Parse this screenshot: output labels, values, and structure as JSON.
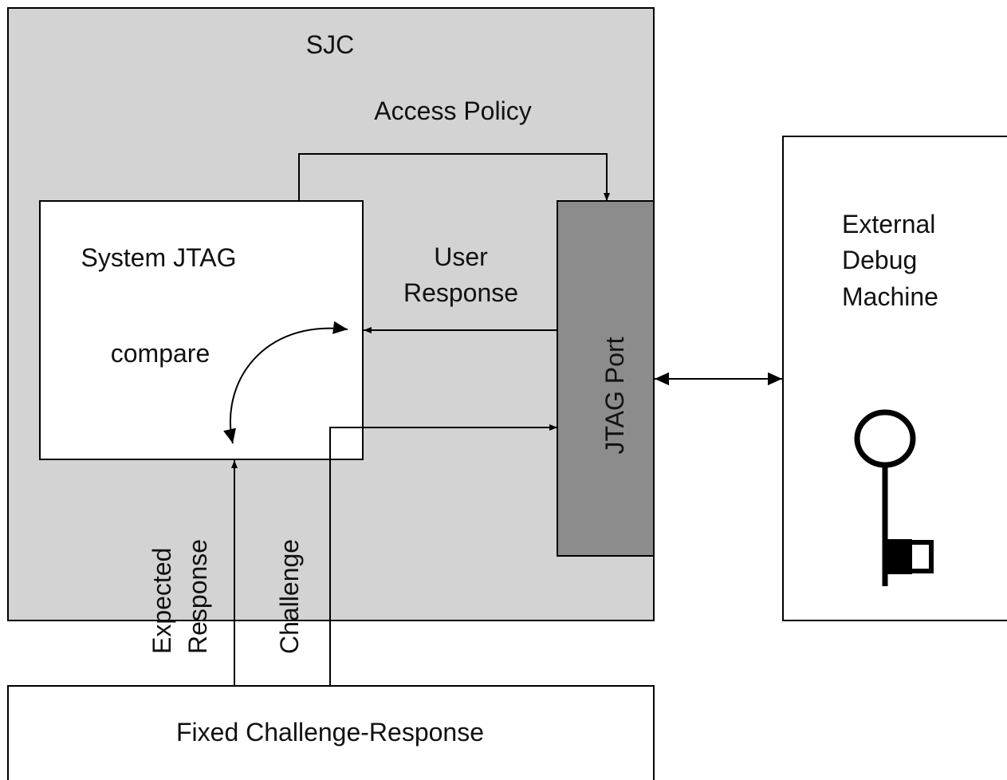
{
  "sjc": {
    "title": "SJC",
    "access_policy": "Access Policy"
  },
  "system_jtag": {
    "title": "System JTAG",
    "compare": "compare"
  },
  "user_response": {
    "line1": "User",
    "line2": "Response"
  },
  "jtag_port": {
    "label": "JTAG Port"
  },
  "external_debug": {
    "line1": "External",
    "line2": "Debug",
    "line3": "Machine"
  },
  "expected_response": {
    "line1": "Expected",
    "line2": "Response"
  },
  "challenge": {
    "label": "Challenge"
  },
  "fixed_cr": {
    "label": "Fixed Challenge-Response"
  },
  "colors": {
    "sjc_fill": "#d3d3d3",
    "port_fill": "#8c8c8c",
    "box_fill": "#ffffff",
    "stroke": "#000000"
  }
}
